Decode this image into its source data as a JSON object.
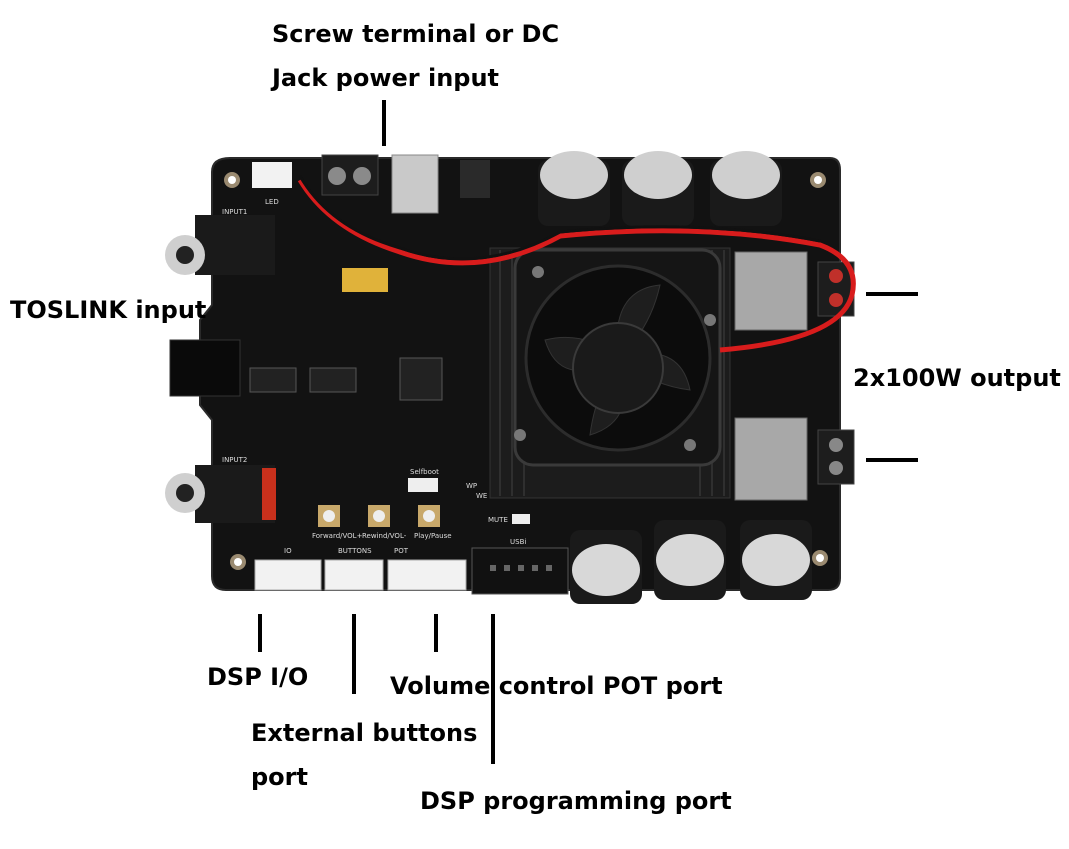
{
  "labels": {
    "power_input_line1": "Screw terminal or DC",
    "power_input_line2": "Jack power input",
    "toslink": "TOSLINK input",
    "output": "2x100W output",
    "dsp_io": "DSP I/O",
    "external_buttons_line1": "External buttons",
    "external_buttons_line2": "port",
    "volume_pot": "Volume control POT port",
    "dsp_programming": "DSP programming port"
  },
  "board_silkscreen": {
    "input1": "INPUT1",
    "input2": "INPUT2",
    "led": "LED",
    "io": "IO",
    "buttons": "BUTTONS",
    "pot": "POT",
    "usbi": "USBi",
    "mute": "MUTE",
    "forward": "Forward/VOL+",
    "rewind": "Rewind/VOL-",
    "play": "Play/Pause",
    "selfboot": "Selfboot",
    "wp": "WP",
    "we": "WE"
  },
  "colors": {
    "pcb": "#111111",
    "heatsink": "#1c1c1c",
    "wire_red": "#d81c1c",
    "capacitor": "#cfcfcf",
    "connector_white": "#f2f2f2"
  }
}
